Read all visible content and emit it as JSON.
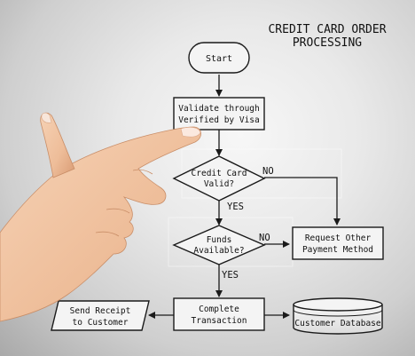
{
  "title": {
    "line1": "CREDIT CARD ORDER",
    "line2": "PROCESSING"
  },
  "nodes": {
    "start": "Start",
    "validate": {
      "line1": "Validate through",
      "line2": "Verified by Visa"
    },
    "card_valid": {
      "line1": "Credit Card",
      "line2": "Valid?"
    },
    "funds": {
      "line1": "Funds",
      "line2": "Available?"
    },
    "request": {
      "line1": "Request Other",
      "line2": "Payment Method"
    },
    "complete": {
      "line1": "Complete",
      "line2": "Transaction"
    },
    "receipt": {
      "line1": "Send  Receipt",
      "line2": "to Customer"
    },
    "database": "Customer Database"
  },
  "edges": {
    "yes1": "YES",
    "no1": "NO",
    "yes2": "YES",
    "no2": "NO"
  },
  "colors": {
    "stroke": "#1a1a1a",
    "node_fill": "#f4f4f4",
    "skin": "#f0c4a2"
  }
}
